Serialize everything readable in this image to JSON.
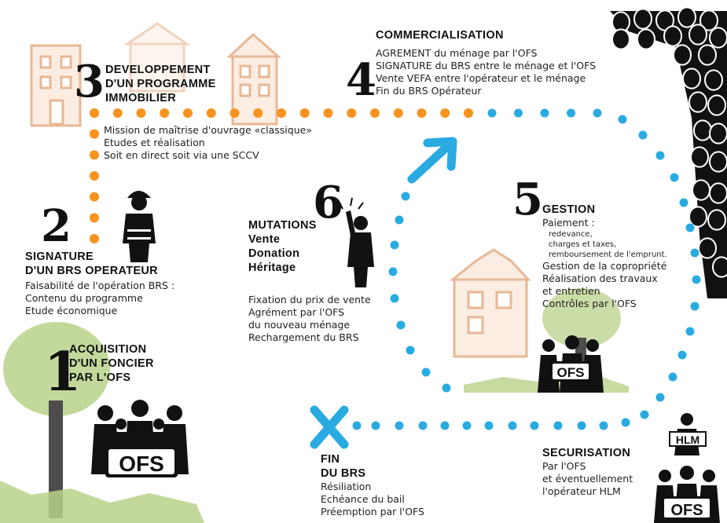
{
  "steps": [
    {
      "number": "1",
      "title": [
        "ACQUISITION",
        "D'UN FONCIER",
        "PAR L'OFS"
      ],
      "lines": []
    },
    {
      "number": "2",
      "title": [
        "SIGNATURE",
        "D'UN BRS OPERATEUR"
      ],
      "lines": [
        "Faisabilité de l'opération BRS :",
        "Contenu du programme",
        "Etude économique"
      ]
    },
    {
      "number": "3",
      "title": [
        "DEVELOPPEMENT",
        "D'UN PROGRAMME",
        "IMMOBILIER"
      ],
      "lines": [
        "Mission de maîtrise d'ouvrage «classique»",
        "Etudes et réalisation",
        "Soit en direct soit via une SCCV"
      ]
    },
    {
      "number": "4",
      "title": [
        "COMMERCIALISATION"
      ],
      "lines": [
        "AGREMENT du ménage par l'OFS",
        "SIGNATURE du BRS entre le ménage et l'OFS",
        "Vente VEFA entre l'opérateur et le ménage",
        "Fin du BRS Opérateur"
      ]
    },
    {
      "number": "5",
      "title": [
        "GESTION"
      ],
      "paiement": "Paiement :",
      "subitems": [
        "redevance,",
        "charges et taxes,",
        "remboursement de l'emprunt."
      ],
      "lines": [
        "Gestion de la copropriété",
        "Réalisation des travaux",
        "et entretien",
        "Contrôles par l'OFS"
      ]
    },
    {
      "number": "6",
      "title": [
        "MUTATIONS",
        "Vente",
        "Donation",
        "Héritage"
      ],
      "lines": [
        "Fixation du prix de vente",
        "Agrément par l'OFS",
        "du nouveau ménage",
        "Rechargement du BRS"
      ]
    }
  ],
  "fin_brs": {
    "title": [
      "FIN",
      "DU BRS"
    ],
    "lines": [
      "Résiliation",
      "Echéance du bail",
      "Préemption par l'OFS"
    ]
  },
  "securisation": {
    "title": [
      "SECURISATION"
    ],
    "lines": [
      "Par l'OFS",
      "et éventuellement",
      "l'opérateur HLM"
    ]
  },
  "badges": {
    "ofs": "OFS",
    "hlm": "HLM"
  },
  "colors": {
    "orange": "#F7931E",
    "blue": "#29ABE2",
    "green": "#B9D28A",
    "tree_trunk": "#4d4d4d",
    "building_line": "#E8B896",
    "building_fill": "#FBEDE2",
    "ink": "#111111"
  }
}
